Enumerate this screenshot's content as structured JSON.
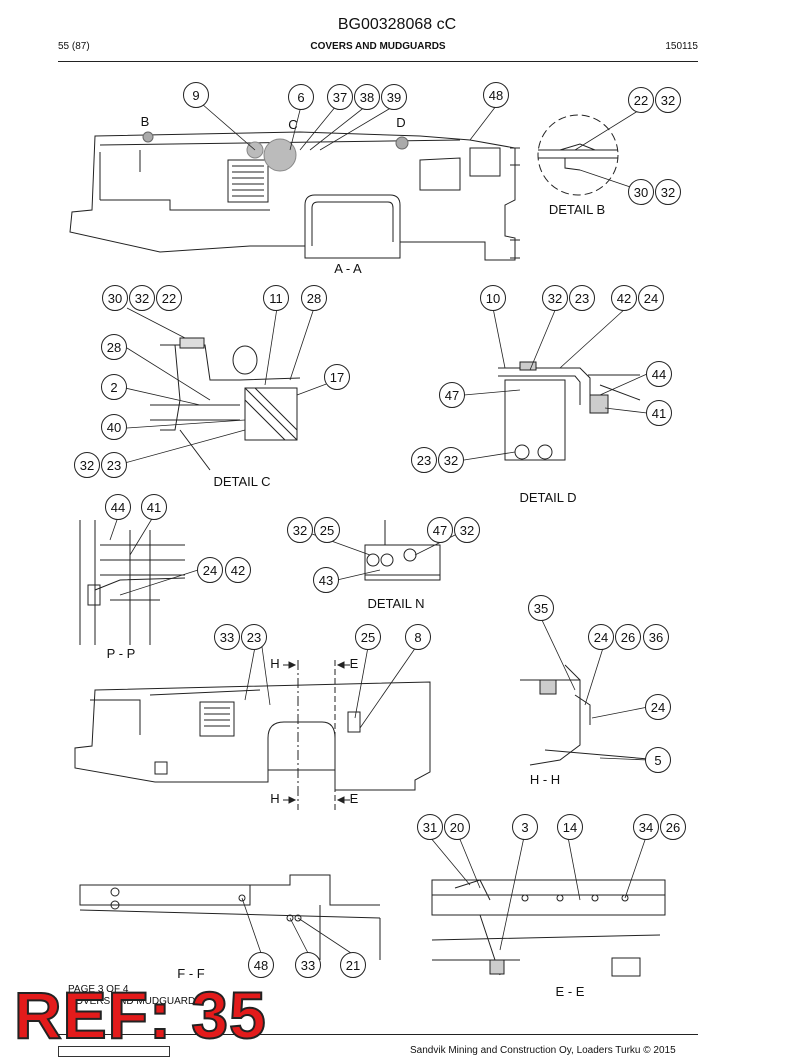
{
  "header": {
    "document_id": "BG00328068 cC",
    "page_count": "55 (87)",
    "section_title": "COVERS AND MUDGUARDS",
    "date_code": "150115"
  },
  "views": {
    "aa": {
      "title": "A - A",
      "markers": [
        "B",
        "C",
        "D"
      ],
      "callouts": [
        "9",
        "6",
        "37",
        "38",
        "39",
        "48"
      ]
    },
    "detail_b": {
      "title": "DETAIL B",
      "callouts": [
        "22",
        "32",
        "30",
        "32"
      ]
    },
    "detail_c": {
      "title": "DETAIL C",
      "callouts": [
        "30",
        "32",
        "22",
        "11",
        "28",
        "28",
        "17",
        "2",
        "40",
        "32",
        "23"
      ]
    },
    "detail_d": {
      "title": "DETAIL D",
      "callouts": [
        "10",
        "32",
        "23",
        "42",
        "24",
        "44",
        "47",
        "41",
        "23",
        "32"
      ]
    },
    "pp": {
      "title": "P - P",
      "callouts": [
        "44",
        "41",
        "24",
        "42"
      ]
    },
    "detail_n": {
      "title": "DETAIL N",
      "callouts": [
        "32",
        "25",
        "47",
        "32",
        "43"
      ]
    },
    "main_side": {
      "section_marks": [
        "H",
        "E",
        "H",
        "E"
      ],
      "callouts": [
        "33",
        "23",
        "25",
        "8"
      ]
    },
    "hh": {
      "title": "H - H",
      "callouts": [
        "35",
        "24",
        "26",
        "36",
        "24",
        "5"
      ]
    },
    "ff": {
      "title": "F - F",
      "callouts": [
        "48",
        "33",
        "21"
      ]
    },
    "ee": {
      "title": "E - E",
      "callouts": [
        "31",
        "20",
        "3",
        "14",
        "34",
        "26"
      ]
    }
  },
  "footer": {
    "page_of": "PAGE 3 OF 4",
    "part_title": "COVERS AND MUDGUARDS",
    "copyright": "Sandvik Mining and Construction Oy, Loaders Turku © 2015"
  },
  "stamp": {
    "text": "REF: 35",
    "color": "#e31b1b"
  }
}
